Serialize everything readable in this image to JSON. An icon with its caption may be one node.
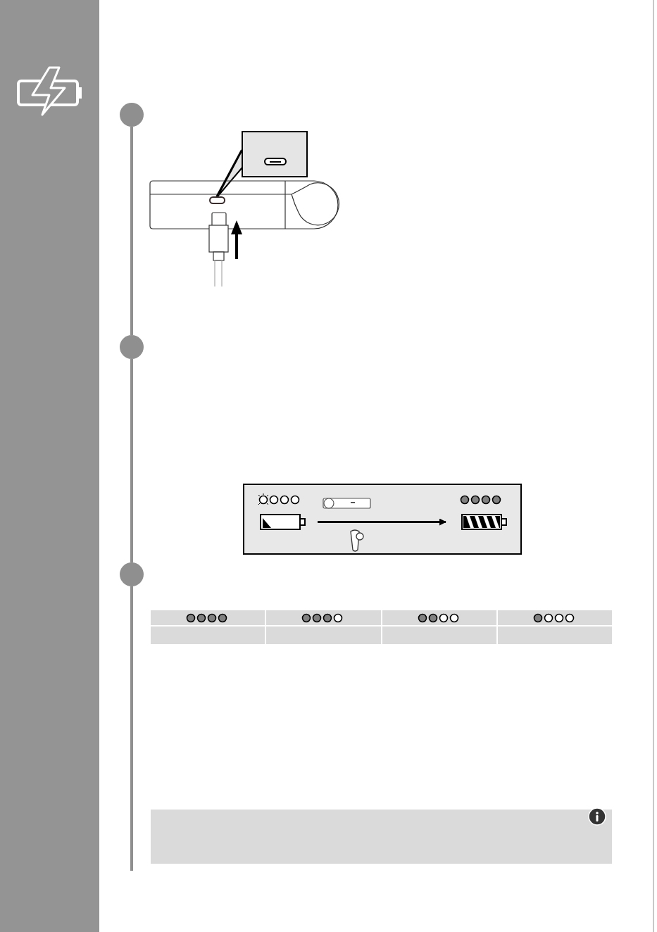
{
  "diagram": {
    "nodes": [
      {
        "text": [],
        "shape": "circle"
      },
      {
        "text": [],
        "shape": "circle"
      },
      {
        "text": [],
        "shape": "circle"
      },
      {
        "text": [],
        "shape": "box"
      },
      {
        "text": [],
        "shape": "port"
      },
      {
        "text": [],
        "shape": "battery"
      },
      {
        "text": [],
        "shape": "battery"
      }
    ],
    "edges": [
      {
        "from": 0,
        "to": 1,
        "arrow": "none",
        "color": "#8f8f8f"
      },
      {
        "from": 1,
        "to": 2,
        "arrow": "none",
        "color": "#8f8f8f"
      },
      {
        "from": 3,
        "to": 4,
        "arrow": "none",
        "color": "#000000"
      },
      {
        "from": 5,
        "to": 6,
        "arrow": "to",
        "color": "#000000"
      }
    ]
  }
}
